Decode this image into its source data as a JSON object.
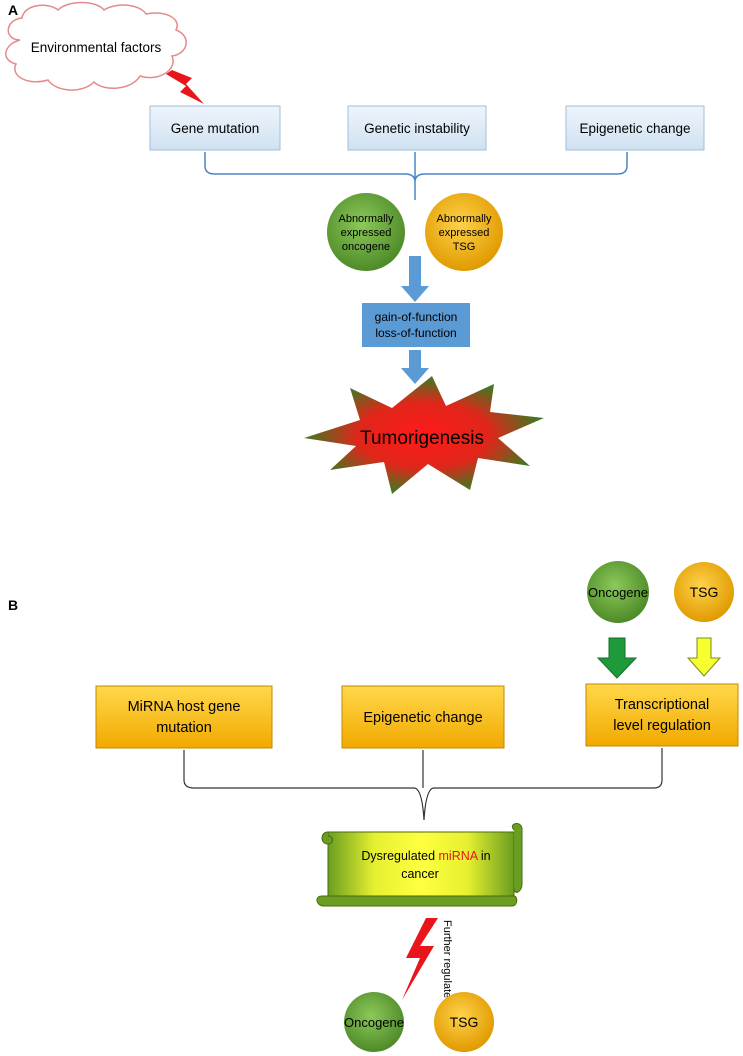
{
  "panel_a": {
    "label": "A",
    "cloud_text": "Environmental factors",
    "boxes": [
      "Gene mutation",
      "Genetic instability",
      "Epigenetic change"
    ],
    "oncogene_circle": [
      "Abnormally",
      "expressed",
      "oncogene"
    ],
    "tsg_circle": [
      "Abnormally",
      "expressed",
      "TSG"
    ],
    "function_box": [
      "gain-of-function",
      "loss-of-function"
    ],
    "outcome": "Tumorigenesis"
  },
  "panel_b": {
    "label": "B",
    "top_circles": [
      "Oncogene",
      "TSG"
    ],
    "boxes": [
      [
        "MiRNA host gene",
        "mutation"
      ],
      [
        "Epigenetic change"
      ],
      [
        "Transcriptional",
        "level regulation"
      ]
    ],
    "scroll_text": {
      "line1_before": "Dysregulated ",
      "line1_highlight": "miRNA",
      "line1_after": " in",
      "line2": "cancer"
    },
    "lightning_label": "Further regulate",
    "bottom_circles": [
      "Oncogene",
      "TSG"
    ]
  },
  "colors": {
    "light_box": "#dce9f5",
    "blue_arrow": "#5b9bd5",
    "green": "#6aa83a",
    "orange": "#f5b800",
    "red": "#e8161b",
    "connector": "#4a86c5"
  }
}
